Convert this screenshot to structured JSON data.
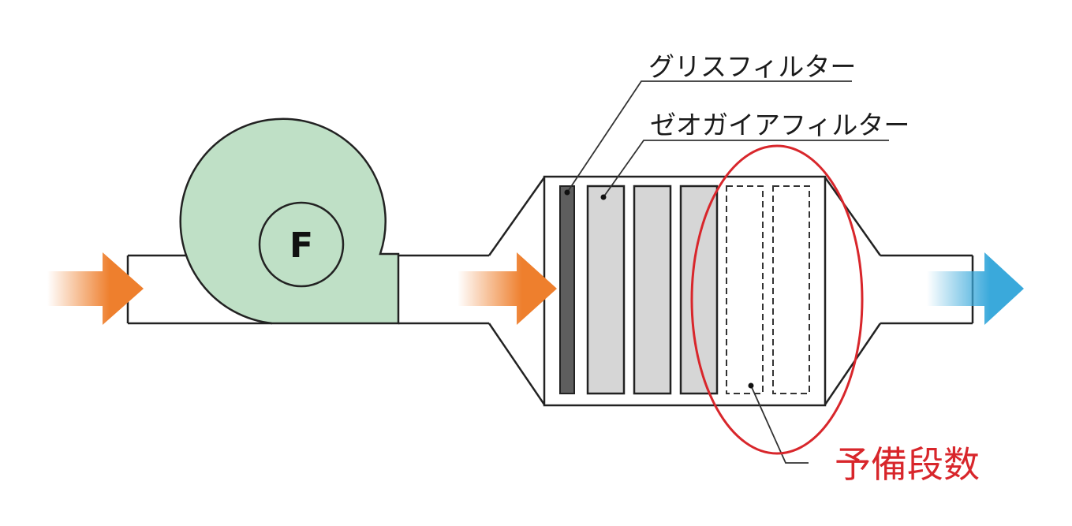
{
  "labels": {
    "grease_filter": "グリスフィルター",
    "zeogaia_filter": "ゼオガイアフィルター",
    "spare_stages": "予備段数",
    "fan": "F"
  },
  "colors": {
    "fan_fill": "#bfe0c6",
    "inflow_arrow": "#ee7f2d",
    "outflow_arrow": "#3aa9db",
    "grease_filter": "#5e5e5e",
    "filter_fill": "#d6d6d6",
    "highlight": "#d8262b"
  }
}
